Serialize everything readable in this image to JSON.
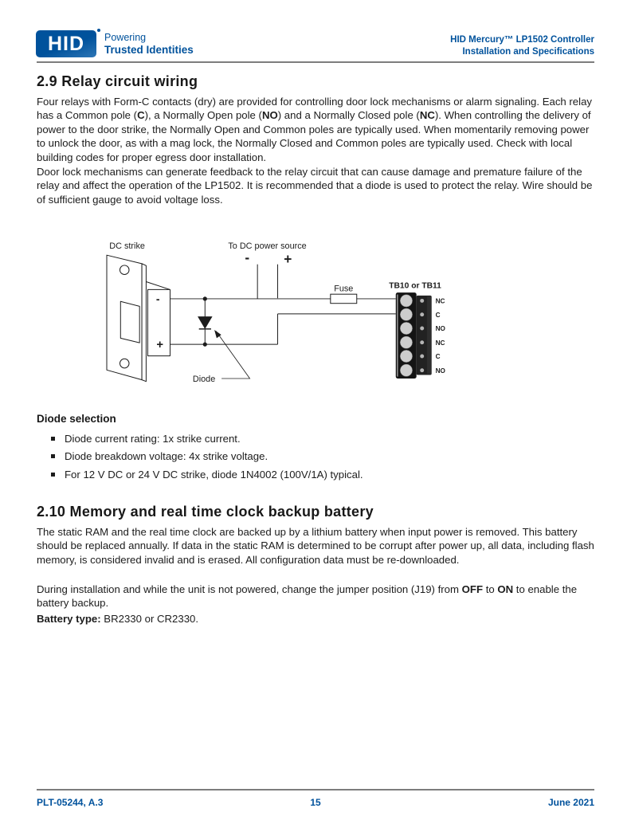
{
  "header": {
    "logo_text": "HID",
    "tagline_line1": "Powering",
    "tagline_line2": "Trusted Identities",
    "doc_title_line1": "HID Mercury™ LP1502 Controller",
    "doc_title_line2": "Installation and Specifications"
  },
  "section_relay": {
    "heading": "2.9 Relay circuit wiring",
    "p1": {
      "segments": [
        {
          "t": "Four relays with Form-C contacts (dry) are provided for controlling door lock mechanisms or alarm signaling. Each relay has a Common pole (",
          "b": false
        },
        {
          "t": "C",
          "b": true
        },
        {
          "t": "), a Normally Open pole (",
          "b": false
        },
        {
          "t": "NO",
          "b": true
        },
        {
          "t": ") and a Normally Closed pole (",
          "b": false
        },
        {
          "t": "NC",
          "b": true
        },
        {
          "t": "). When controlling the delivery of power to the door strike, the Normally Open and Common poles are typically used. When momentarily removing power to unlock the door, as with a mag lock, the Normally Closed and Common poles are typically used. Check with local building codes for proper egress door installation.",
          "b": false
        }
      ]
    },
    "p2": "Door lock mechanisms can generate feedback to the relay circuit that can cause damage and premature failure of the relay and affect the operation of the LP1502. It is recommended that a diode is used to protect the relay. Wire should be of sufficient gauge to avoid voltage loss."
  },
  "diagram": {
    "dc_strike_label": "DC strike",
    "power_label": "To DC power source",
    "power_minus": "-",
    "power_plus": "+",
    "strike_minus": "-",
    "strike_plus": "+",
    "fuse_label": "Fuse",
    "diode_label": "Diode",
    "tb_label": "TB10 or TB11",
    "terminals": [
      "NC",
      "C",
      "NO",
      "NC",
      "C",
      "NO"
    ]
  },
  "diode_selection": {
    "heading": "Diode selection",
    "bullets": [
      "Diode current rating: 1x strike current.",
      "Diode breakdown voltage: 4x strike voltage.",
      "For 12 V DC or 24 V DC strike, diode 1N4002 (100V/1A) typical."
    ]
  },
  "section_battery": {
    "heading": "2.10 Memory and real time clock backup battery",
    "p1": "The static RAM and the real time clock are backed up by a lithium battery when input power is removed. This battery should be replaced annually. If data in the static RAM is determined to be corrupt after power up, all data, including flash memory, is considered invalid and is erased. All configuration data must be re-downloaded.",
    "p2": {
      "segments": [
        {
          "t": "During installation and while the unit is not powered, change the jumper position (J19) from ",
          "b": false
        },
        {
          "t": "OFF",
          "b": true
        },
        {
          "t": " to ",
          "b": false
        },
        {
          "t": "ON",
          "b": true
        },
        {
          "t": " to enable the battery backup.",
          "b": false
        }
      ]
    },
    "p3": {
      "segments": [
        {
          "t": "Battery type:",
          "b": true
        },
        {
          "t": " BR2330 or CR2330.",
          "b": false
        }
      ]
    }
  },
  "footer": {
    "doc_number": "PLT-05244, A.3",
    "page_number": "15",
    "date": "June 2021"
  },
  "colors": {
    "brand_blue": "#00529c",
    "body_text": "#1c1c1c",
    "rule_gray": "#7d7d7d",
    "terminal_block": "#141414"
  }
}
